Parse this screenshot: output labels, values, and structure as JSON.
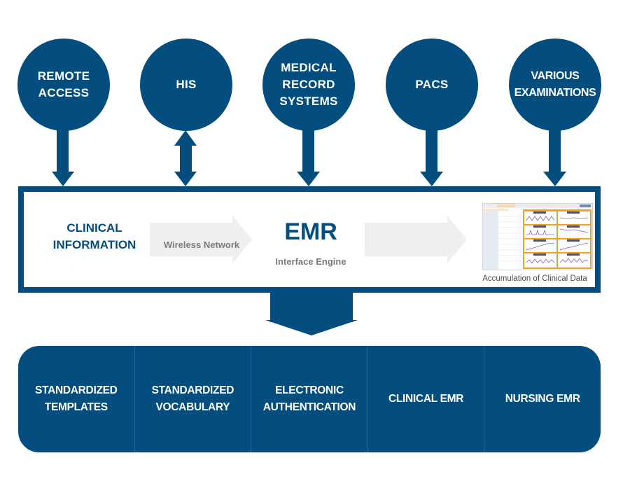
{
  "colors": {
    "primary": "#034e7f",
    "arrow_gray": "#efefef",
    "text_gray": "#7b7b7b",
    "thumb_accent": "#f0a030",
    "thumb_line": "#8a5cc8"
  },
  "sources": [
    {
      "label": "REMOTE\nACCESS",
      "arrow": "down"
    },
    {
      "label": "HIS",
      "arrow": "bidirectional"
    },
    {
      "label": "MEDICAL\nRECORD\nSYSTEMS",
      "arrow": "down"
    },
    {
      "label": "PACS",
      "arrow": "down"
    },
    {
      "label": "VARIOUS\nEXAMINATIONS",
      "arrow": "down"
    }
  ],
  "hub": {
    "left_label": "CLINICAL\nINFORMATION",
    "network_label": "Wireless Network",
    "emr_title": "EMR",
    "emr_subtitle": "Interface Engine",
    "thumbnail_icon": "dashboard-screenshot-icon",
    "thumbnail_caption": "Accumulation of Clinical Data"
  },
  "outputs": [
    {
      "label": "STANDARDIZED\nTEMPLATES"
    },
    {
      "label": "STANDARDIZED\nVOCABULARY"
    },
    {
      "label": "ELECTRONIC\nAUTHENTICATION"
    },
    {
      "label": "CLINICAL EMR"
    },
    {
      "label": "NURSING EMR"
    }
  ]
}
